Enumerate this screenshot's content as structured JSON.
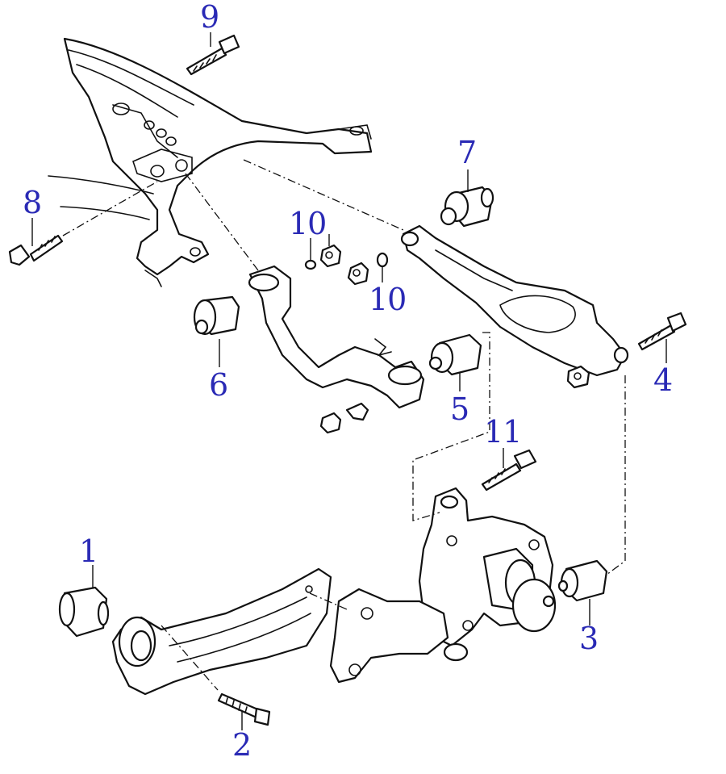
{
  "callouts": {
    "c1": "1",
    "c2": "2",
    "c3": "3",
    "c4": "4",
    "c5": "5",
    "c6": "6",
    "c7": "7",
    "c8": "8",
    "c9": "9",
    "c10a": "10",
    "c10b": "10",
    "c11": "11"
  },
  "colors": {
    "callout": "#2a2ab5",
    "line": "#111111",
    "background": "#ffffff"
  }
}
